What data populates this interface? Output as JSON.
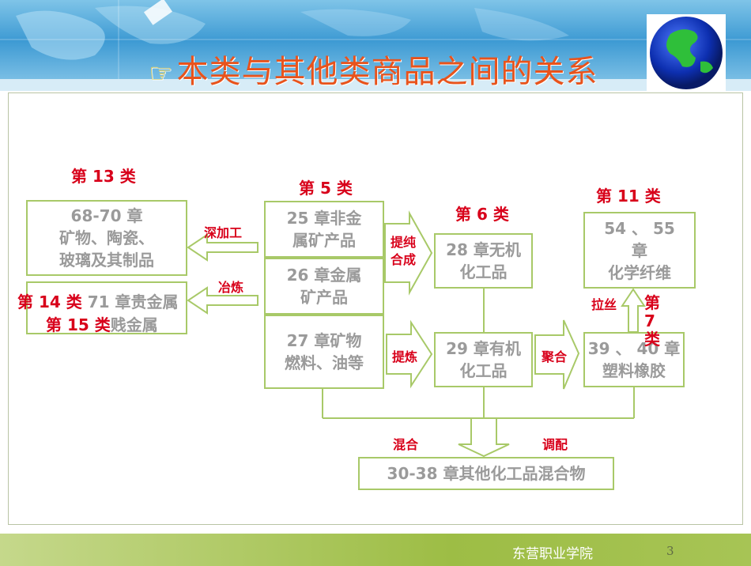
{
  "title": "本类与其他类商品之间的关系",
  "title_icon": "pointing-hand-icon",
  "footer": {
    "school": "东营职业学院",
    "page": "3"
  },
  "colors": {
    "box_border": "#a8c968",
    "box_text": "#9a9a9a",
    "label_red": "#d8001a",
    "title": "#e8531c"
  },
  "diagram": {
    "class13": "第 13 类",
    "class5": "第 5 类",
    "class6": "第 6 类",
    "class11": "第 11 类",
    "class14": "第 14 类",
    "class15": "第 15 类",
    "class7": "第 7 类",
    "box_68_70": [
      "68-70 章",
      "矿物、陶瓷、",
      "玻璃及其制品"
    ],
    "box_71": [
      "71 章贵金属",
      "贱金属"
    ],
    "box_25": [
      "25 章非金",
      "属矿产品"
    ],
    "box_26": [
      "26 章金属",
      "矿产品"
    ],
    "box_27": [
      "27 章矿物",
      "燃料、油等"
    ],
    "box_28": [
      "28 章无机",
      "化工品"
    ],
    "box_29": [
      "29 章有机",
      "化工品"
    ],
    "box_54": [
      "54 、 55",
      "章",
      "化学纤维"
    ],
    "box_39": [
      "39 、 40 章",
      "塑料橡胶"
    ],
    "box_30": "30-38 章其他化工品混合物",
    "arrow_deep": "深加工",
    "arrow_smelt": "冶炼",
    "arrow_purify_syn": [
      "提纯",
      "合成"
    ],
    "arrow_refine": "提炼",
    "arrow_polymer": "聚合",
    "arrow_draw": "拉丝",
    "mix": "混合",
    "blend": "调配"
  }
}
